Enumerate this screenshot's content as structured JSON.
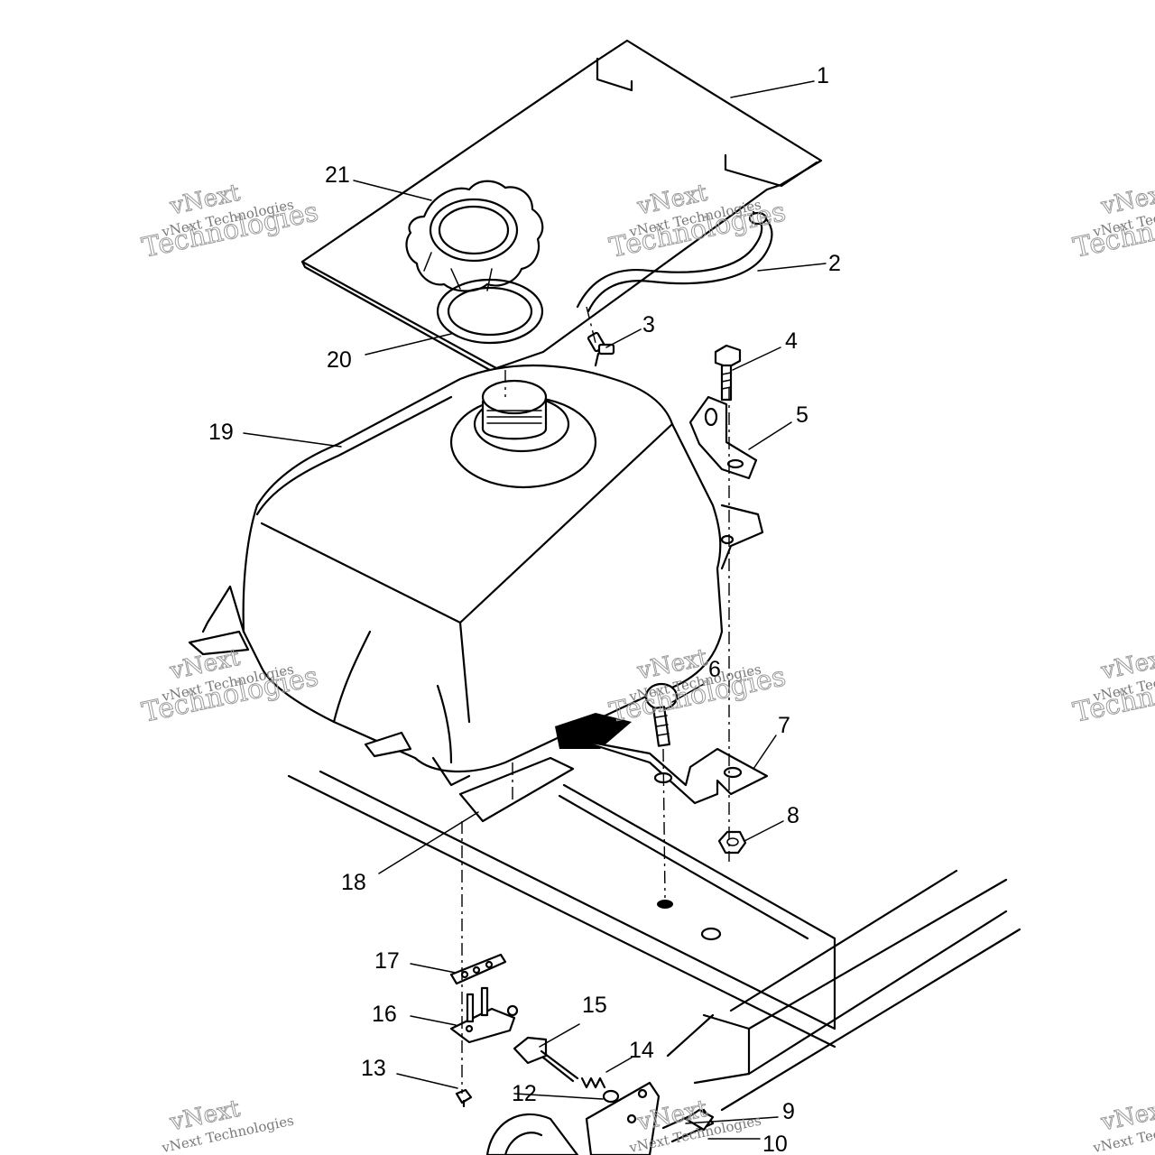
{
  "diagram": {
    "callouts": [
      {
        "id": "1",
        "text": "1"
      },
      {
        "id": "2",
        "text": "2"
      },
      {
        "id": "3",
        "text": "3"
      },
      {
        "id": "4",
        "text": "4"
      },
      {
        "id": "5",
        "text": "5"
      },
      {
        "id": "6",
        "text": "6"
      },
      {
        "id": "7",
        "text": "7"
      },
      {
        "id": "8",
        "text": "8"
      },
      {
        "id": "9",
        "text": "9"
      },
      {
        "id": "10",
        "text": "10"
      },
      {
        "id": "12",
        "text": "12"
      },
      {
        "id": "13",
        "text": "13"
      },
      {
        "id": "14",
        "text": "14"
      },
      {
        "id": "15",
        "text": "15"
      },
      {
        "id": "16",
        "text": "16"
      },
      {
        "id": "17",
        "text": "17"
      },
      {
        "id": "18",
        "text": "18"
      },
      {
        "id": "19",
        "text": "19"
      },
      {
        "id": "20",
        "text": "20"
      },
      {
        "id": "21",
        "text": "21"
      }
    ]
  },
  "watermark": {
    "brand": "vNext",
    "company": "vNext Technologies",
    "word": "Technologies",
    "color": "#9a9a9a"
  }
}
